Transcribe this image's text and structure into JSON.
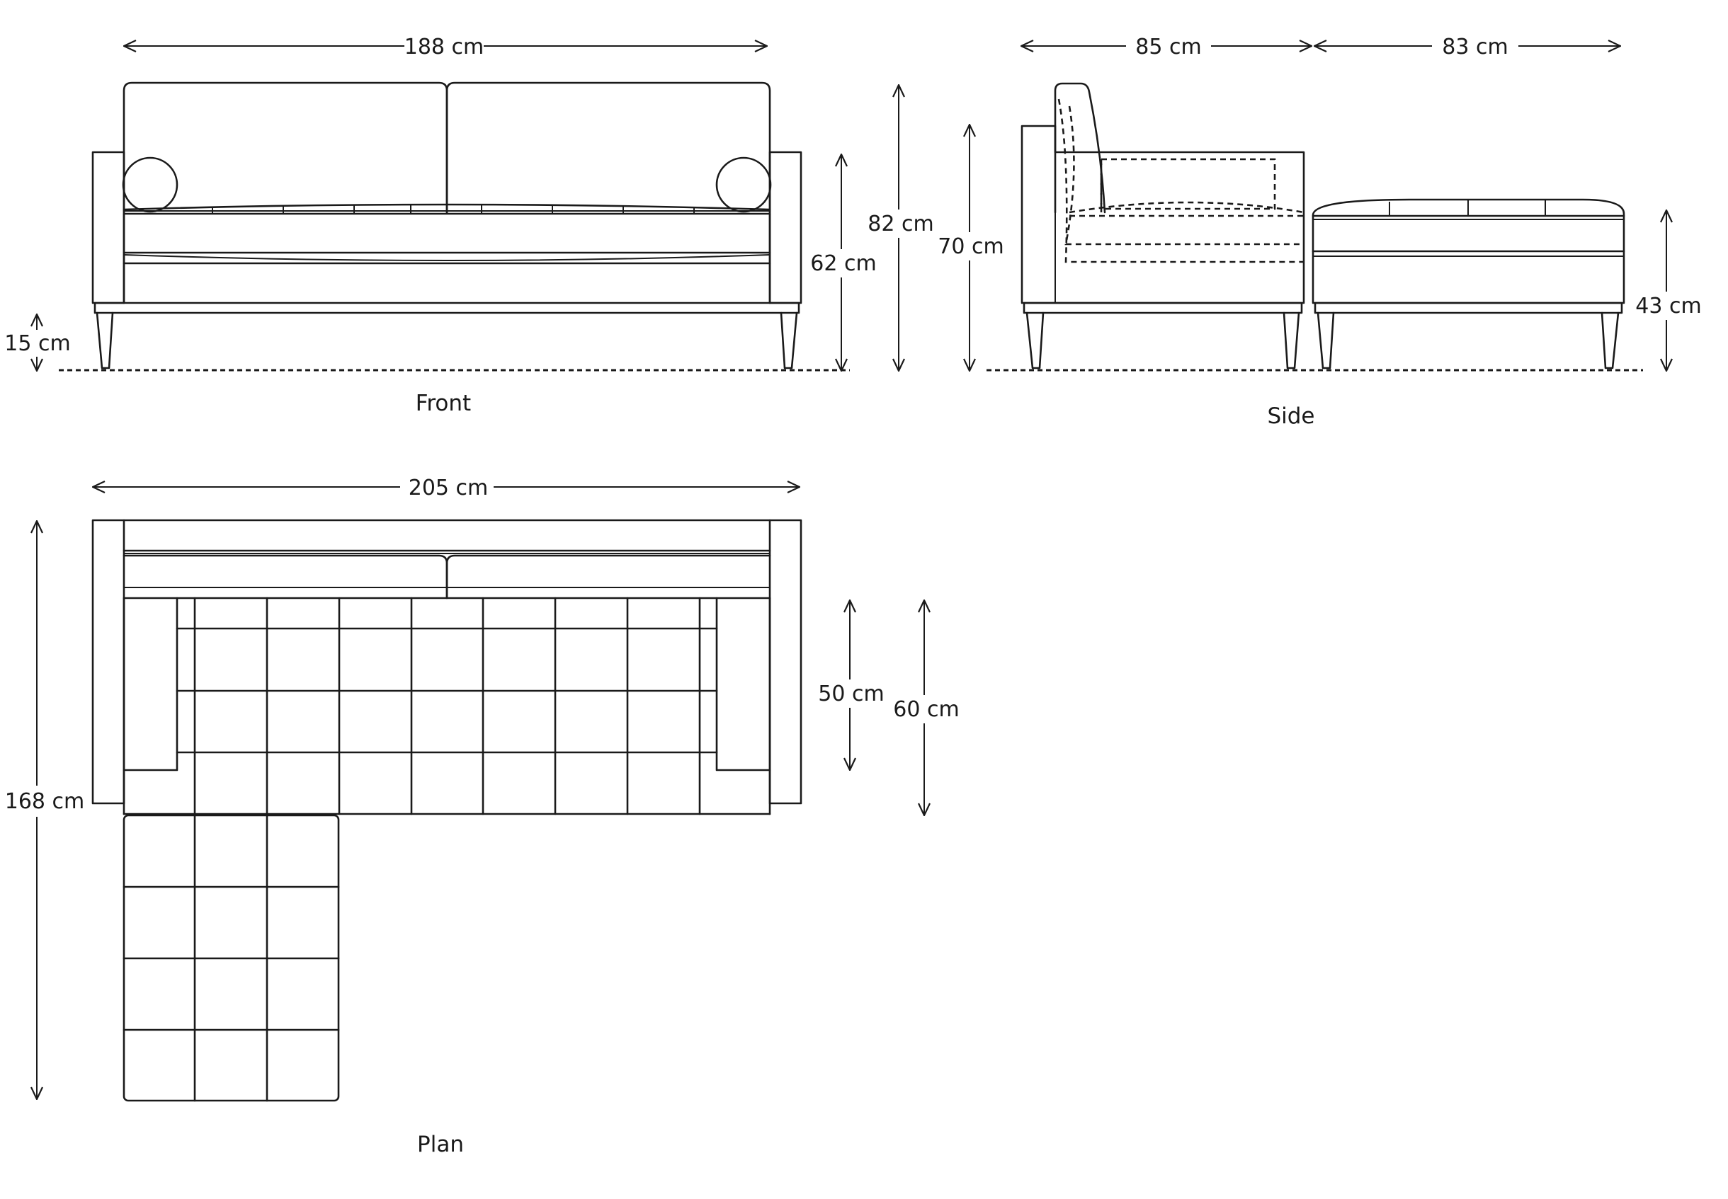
{
  "views": {
    "front": {
      "caption": "Front",
      "width": "188 cm",
      "height_total": "82 cm",
      "height_arm": "62 cm",
      "leg_height": "15 cm"
    },
    "side": {
      "caption": "Side",
      "depth_sofa": "85 cm",
      "depth_footstool": "83 cm",
      "height_back": "70 cm",
      "height_footstool": "43 cm"
    },
    "plan": {
      "caption": "Plan",
      "width": "205 cm",
      "depth": "168 cm",
      "seat_depth": "50 cm",
      "seat_depth_outer": "60 cm"
    }
  }
}
